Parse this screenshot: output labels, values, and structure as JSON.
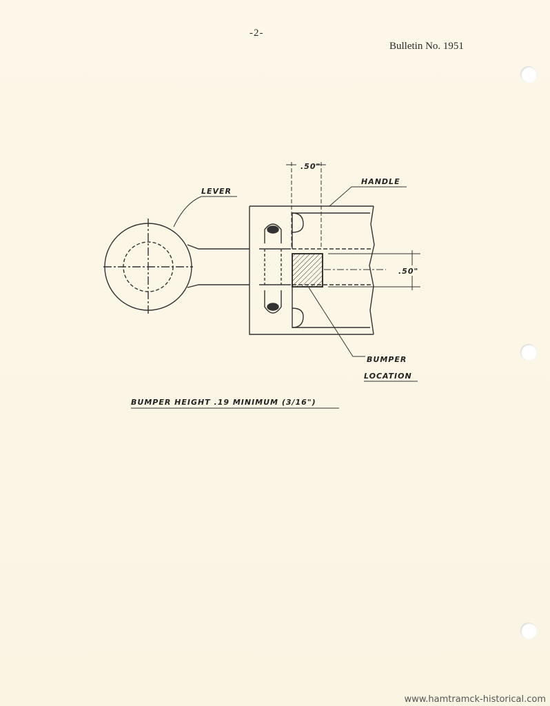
{
  "header": {
    "page_number": "-2-",
    "bulletin": "Bulletin No. 1951"
  },
  "drawing": {
    "labels": {
      "lever": "LEVER",
      "handle": "HANDLE",
      "dim_top": ".50\"",
      "dim_right": ".50\"",
      "bumper": "BUMPER",
      "location": "LOCATION"
    },
    "caption": "BUMPER HEIGHT   .19 MINIMUM (3/16\")"
  },
  "footer": {
    "url": "www.hamtramck-historical.com"
  }
}
